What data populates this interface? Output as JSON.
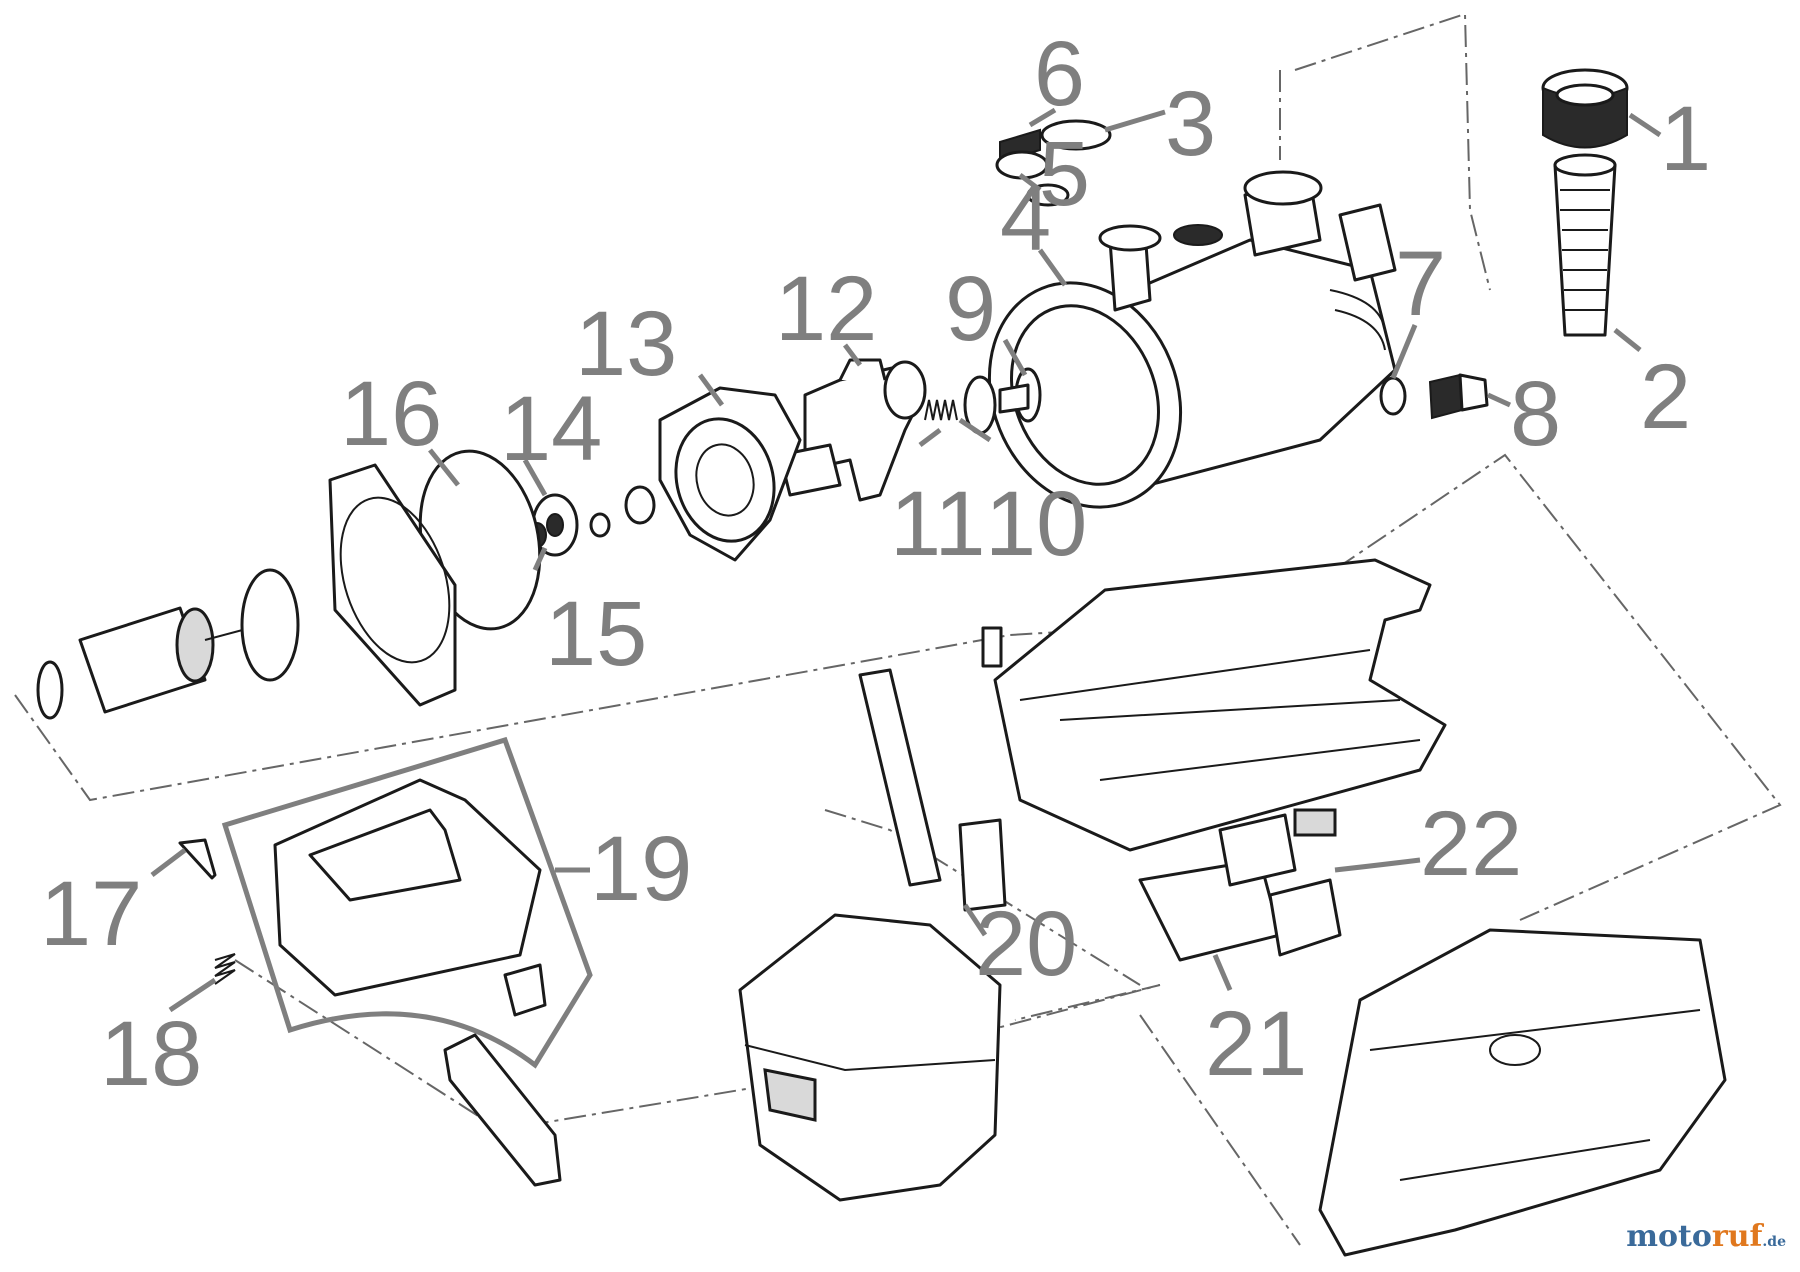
{
  "diagram": {
    "callouts": [
      "1",
      "2",
      "3",
      "4",
      "5",
      "6",
      "7",
      "8",
      "9",
      "10",
      "11",
      "12",
      "13",
      "14",
      "15",
      "16",
      "17",
      "18",
      "19",
      "20",
      "21",
      "22"
    ]
  },
  "watermark": {
    "part1": "moto",
    "part2": "ruf",
    "part3": ".de"
  }
}
